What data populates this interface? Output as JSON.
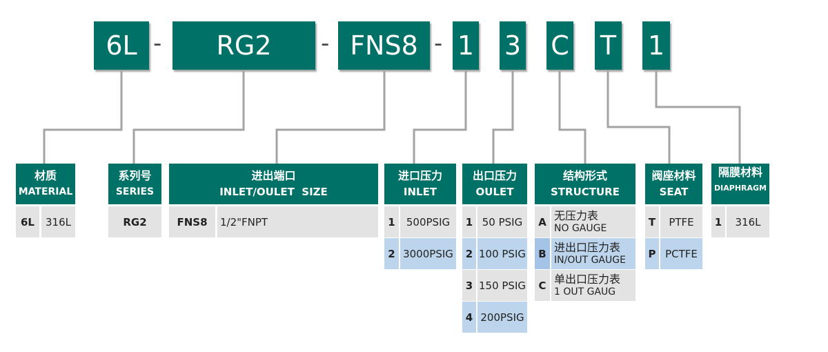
{
  "code": {
    "material": "6L",
    "series": "RG2",
    "size": "FNS8",
    "inlet": "1",
    "outlet": "3",
    "structure": "C",
    "seat": "T",
    "diaphragm": "1",
    "separator": "-"
  },
  "headers": {
    "material": {
      "cn": "材质",
      "en": "MATERIAL"
    },
    "series": {
      "cn": "系列号",
      "en": "SERIES"
    },
    "size": {
      "cn": "进出端口",
      "en": "INLET/OULET  SIZE"
    },
    "inlet": {
      "cn": "进口压力",
      "en": "INLET"
    },
    "outlet": {
      "cn": "出口压力",
      "en": "OULET"
    },
    "structure": {
      "cn": "结构形式",
      "en": "STRUCTURE"
    },
    "seat": {
      "cn": "阀座材料",
      "en": "SEAT"
    },
    "diaphragm": {
      "cn": "隔膜材料",
      "en": "DIAPHRAGM"
    }
  },
  "options": {
    "material": [
      {
        "code": "6L",
        "desc": "316L"
      }
    ],
    "series": [
      {
        "code": "RG2"
      }
    ],
    "size": [
      {
        "code": "FNS8",
        "desc": "1/2\"FNPT"
      }
    ],
    "inlet": [
      {
        "code": "1",
        "desc": "500PSIG"
      },
      {
        "code": "2",
        "desc": "3000PSIG"
      }
    ],
    "outlet": [
      {
        "code": "1",
        "desc": "50 PSIG"
      },
      {
        "code": "2",
        "desc": "100 PSIG"
      },
      {
        "code": "3",
        "desc": "150 PSIG"
      },
      {
        "code": "4",
        "desc": "200PSIG"
      }
    ],
    "structure": [
      {
        "code": "A",
        "cn": "无压力表",
        "en": "NO GAUGE"
      },
      {
        "code": "B",
        "cn": "进出口压力表",
        "en": "IN/OUT GAUGE"
      },
      {
        "code": "C",
        "cn": "单出口压力表",
        "en": "1 OUT GAUG"
      }
    ],
    "seat": [
      {
        "code": "T",
        "desc": "PTFE"
      },
      {
        "code": "P",
        "desc": "PCTFE"
      }
    ],
    "diaphragm": [
      {
        "code": "1",
        "desc": "316L"
      }
    ]
  },
  "colors": {
    "header_bg": "#007166",
    "row_gray": "#e3e3e3",
    "row_blue": "#bcd5ec",
    "connector": "#a3a3a3"
  }
}
